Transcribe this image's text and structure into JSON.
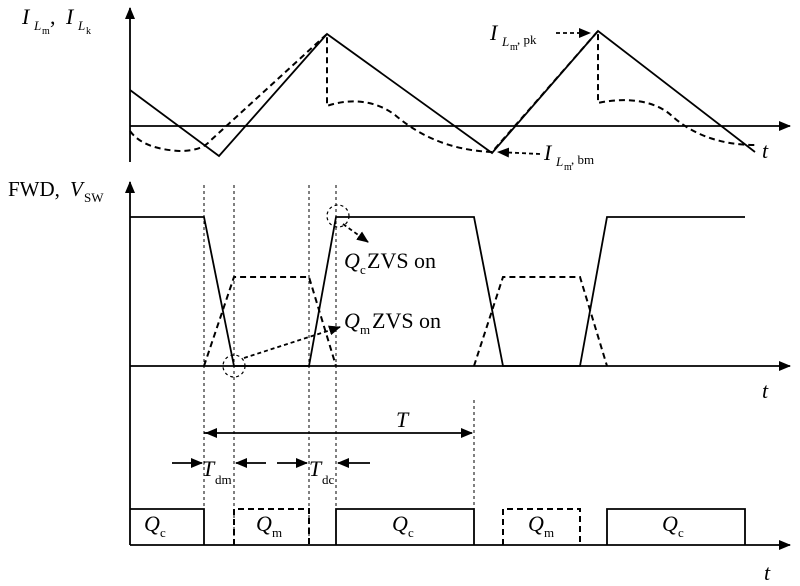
{
  "labels": {
    "top_axis_I": "I",
    "top_axis_sub_Lm": "L",
    "top_axis_sub_Lm_m": "m",
    "top_axis_sep": ", ",
    "top_axis_sub_Lk_k": "k",
    "peak_I": "I",
    "peak_sub": ", pk",
    "bottom_I": "I",
    "bottom_sub": ", bm",
    "mid_axis_prefix": "FWD, ",
    "mid_axis_V": "V",
    "mid_axis_sub": "SW",
    "qc_zvs_Q": "Q",
    "qc_zvs_sub": "c",
    "qc_zvs_text": " ZVS on",
    "qm_zvs_Q": "Q",
    "qm_zvs_sub": "m",
    "qm_zvs_text": " ZVS on",
    "period": "T",
    "tdm": "T",
    "tdm_sub": "dm",
    "tdc": "T",
    "tdc_sub": "dc",
    "t_axis": "t",
    "gate_Q": "Q",
    "gate_c_sub": "c",
    "gate_m_sub": "m"
  }
}
